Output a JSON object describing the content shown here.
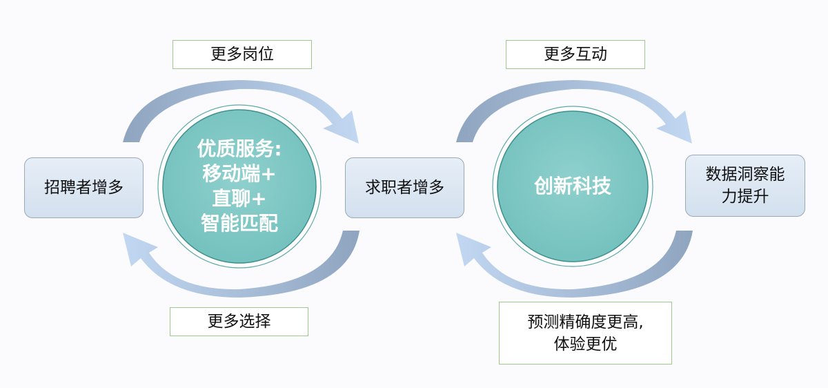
{
  "left_cycle": {
    "left_node": "招聘者增多",
    "right_node": "求职者增多",
    "top_label": "更多岗位",
    "bottom_label": "更多选择",
    "center_lines": [
      "优质服务:",
      "移动端+",
      "直聊+",
      "智能匹配"
    ]
  },
  "right_cycle": {
    "center": "创新科技",
    "right_node_lines": [
      "数据洞察能",
      "力提升"
    ],
    "top_label": "更多互动",
    "bottom_label_lines": [
      "预测精确度更高,",
      "体验更优"
    ]
  },
  "colors": {
    "circle_fill": "#7fc9c6",
    "arrow_dark": "#8ea4bf",
    "arrow_light": "#bcd3f0",
    "label_border": "#9cc98a"
  }
}
